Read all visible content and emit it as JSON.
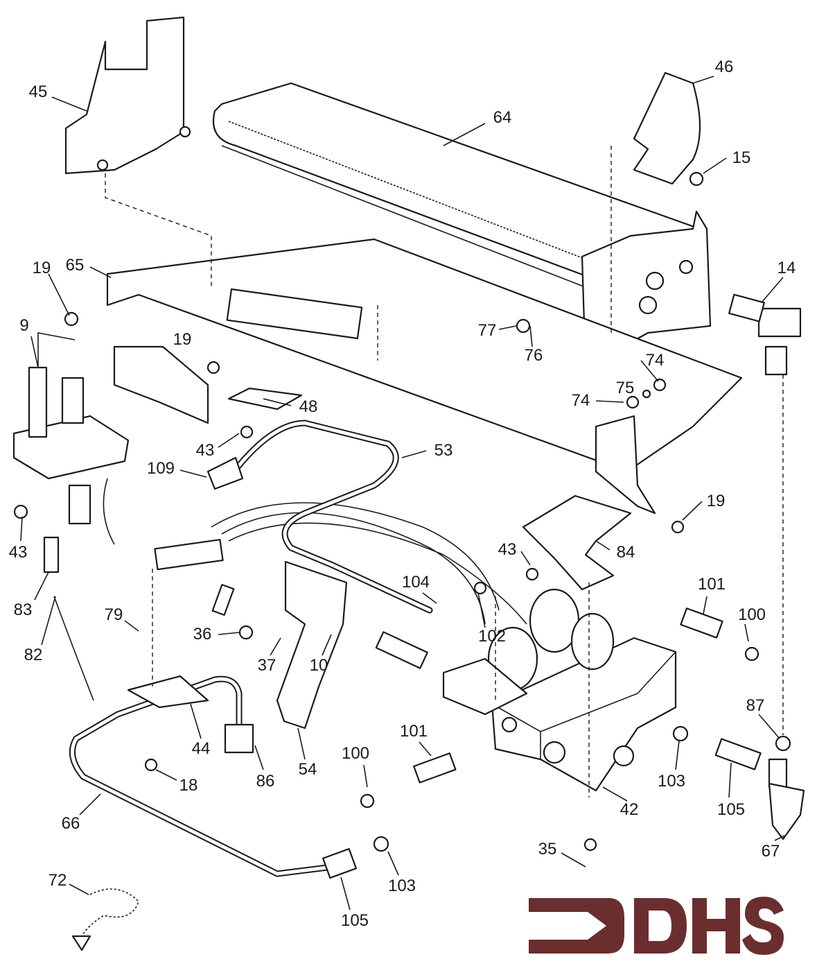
{
  "diagram": {
    "type": "exploded parts diagram",
    "part_labels": [
      "45",
      "64",
      "46",
      "15",
      "65",
      "19",
      "14",
      "9",
      "19",
      "77",
      "76",
      "75",
      "74",
      "74",
      "48",
      "43",
      "53",
      "109",
      "19",
      "43",
      "43",
      "84",
      "104",
      "101",
      "83",
      "79",
      "100",
      "36",
      "102",
      "37",
      "10",
      "82",
      "87",
      "101",
      "44",
      "100",
      "54",
      "103",
      "18",
      "86",
      "42",
      "105",
      "66",
      "35",
      "67",
      "103",
      "72",
      "105"
    ]
  },
  "logo": {
    "text": "DHS",
    "color": "#6b2e2e"
  },
  "colors": {
    "line": "#1a1a1a",
    "background": "#ffffff"
  }
}
